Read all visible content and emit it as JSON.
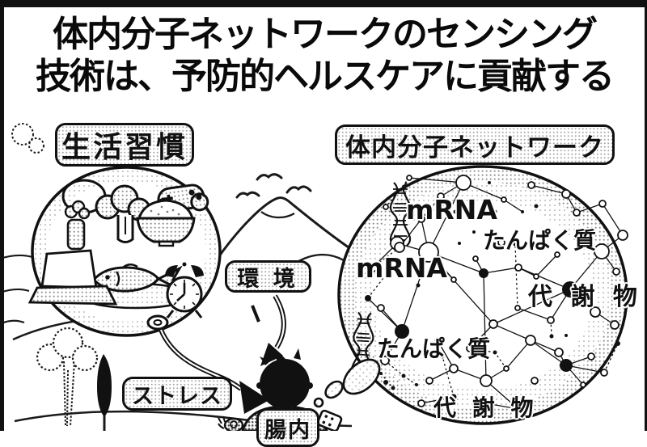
{
  "title": {
    "line1": "体内分子ネットワークのセンシング",
    "line2": "技術は、予防的ヘルスケアに貢献する"
  },
  "labels": {
    "lifestyle": "生活習慣",
    "molecular_network": "体内分子ネットワーク",
    "environment": "環 境",
    "stress": "ストレス",
    "gut": "腸内"
  },
  "network_annotations": {
    "mrna_top": "mRNA",
    "protein_top": "たんぱく質",
    "mrna_left": "mRNA",
    "metabolite_right": "代 謝 物",
    "protein_bottom": "たんぱく質",
    "metabolite_bottom": "代 謝 物"
  },
  "icons": {
    "lifestyle_items": [
      "jump-rope-icon",
      "broccoli-icon",
      "game-controller-icon",
      "rice-bowl-icon",
      "fish-dish-icon",
      "laptop-icon",
      "alarm-clock-icon"
    ],
    "scenery": [
      "birds-icon",
      "mountain-icon",
      "round-tree-icon",
      "cypress-tree-icon",
      "hills-icon",
      "snail-icon"
    ],
    "figure": [
      "person-icon",
      "speech-bubbles-icon",
      "balloon-knot-icon",
      "dna-helix-icon",
      "handheld-device-icon",
      "arrow-icon"
    ]
  },
  "colors": {
    "ink": "#111111",
    "background": "#ffffff",
    "halftone_dot": "#8e8e8e"
  }
}
